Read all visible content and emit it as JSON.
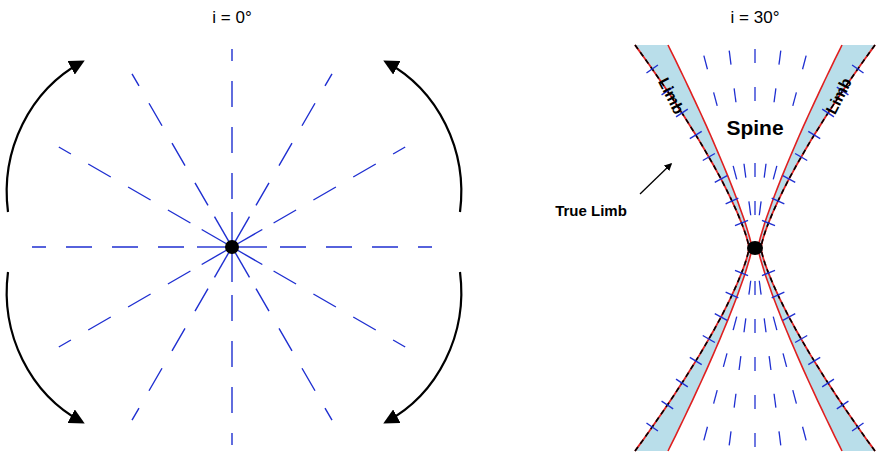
{
  "diagram": {
    "labels": [
      "i = 0°",
      "i = 30°",
      "Limb",
      "Limb",
      "Spine",
      "True Limb"
    ]
  }
}
